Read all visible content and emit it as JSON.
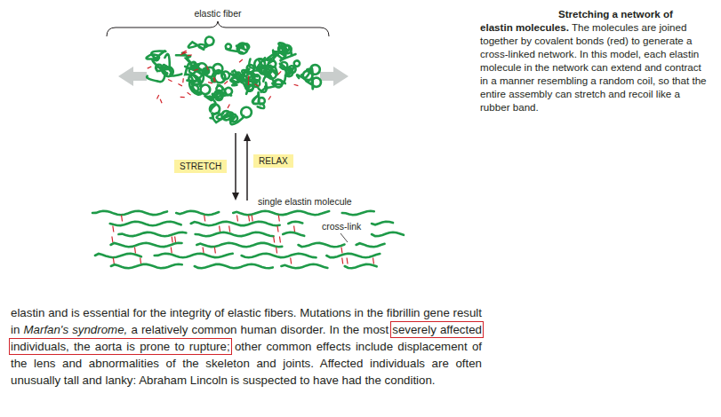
{
  "diagram": {
    "nodes": [
      {
        "text": [
          "STRETCH"
        ]
      },
      {
        "text": [
          "RELAX"
        ]
      }
    ],
    "labels": [
      "elastic fiber",
      "single elastin molecule",
      "cross-link",
      "Stretching a network of elastin molecules.",
      "The molecules are joined together by covalent bonds (red) to generate a cross-linked network. In this model, each elastin molecule in the network can extend and contract in a manner resembling a random coil, so that the entire assembly can stretch and recoil like a rubber band.",
      "elastin and is essential for the integrity of elastic fibers. Mutations in the fibrillin gene result in",
      "Marfan's syndrome,",
      "a relatively common human disorder. In the most",
      "severely affected individuals, the aorta is prone to rupture;",
      "other common effects include displacement of the lens and abnormalities of the skeleton and joints. Affected individuals are often unusually tall and lanky: Abraham Lincoln is suspected to have had the condition."
    ]
  }
}
